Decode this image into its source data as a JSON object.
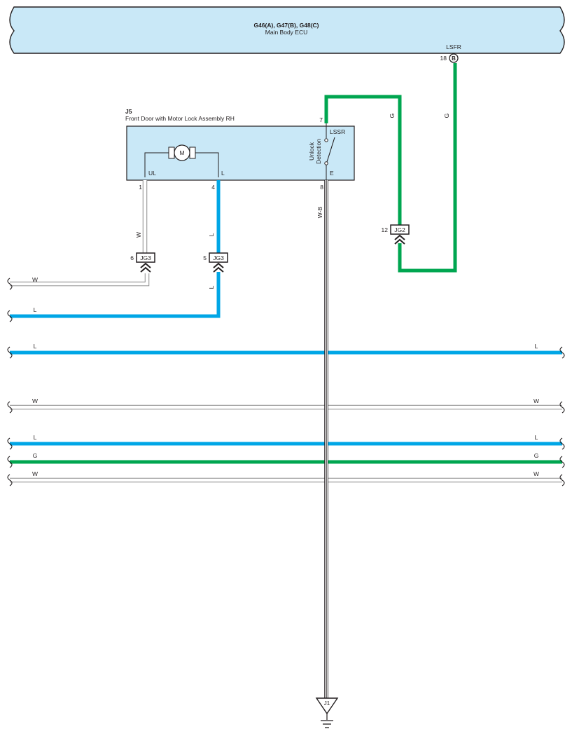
{
  "ecu": {
    "code": "G46(A), G47(B), G48(C)",
    "name": "Main Body ECU",
    "pin_label": "LSFR",
    "pin_number": "18",
    "connector_letter": "B"
  },
  "component": {
    "code": "J5",
    "name": "Front Door with Motor Lock Assembly RH",
    "motor_symbol": "M",
    "switch_label": "LSSR",
    "switch_caption_line1": "Unlock",
    "switch_caption_line2": "Detection",
    "terminals": [
      {
        "label": "UL",
        "pin": "1"
      },
      {
        "label": "L",
        "pin": "4"
      },
      {
        "label": "E",
        "pin": "8"
      }
    ],
    "switch_pin": "7"
  },
  "connectors": [
    {
      "id": "JG3",
      "pin": "6"
    },
    {
      "id": "JG3",
      "pin": "5"
    },
    {
      "id": "JG2",
      "pin": "12"
    }
  ],
  "wires": {
    "ul_color": "W",
    "l_color_upper": "L",
    "l_color_lower": "L",
    "ground_color": "W-B",
    "switch_g_left": "G",
    "switch_g_right": "G"
  },
  "harness_lines": [
    {
      "left": "W",
      "right": ""
    },
    {
      "left": "L",
      "right": ""
    },
    {
      "left": "L",
      "right": "L"
    },
    {
      "left": "W",
      "right": "W"
    },
    {
      "left": "L",
      "right": "L"
    },
    {
      "left": "G",
      "right": "G"
    },
    {
      "left": "W",
      "right": "W"
    }
  ],
  "ground": {
    "code": "J1"
  },
  "colors": {
    "ecu_fill": "#c9e8f7",
    "component_fill": "#c9e8f7",
    "wire_blue": "#00a6e6",
    "wire_green": "#00a650",
    "wire_white_outline": "#8a8a8a",
    "ink": "#231f20"
  }
}
